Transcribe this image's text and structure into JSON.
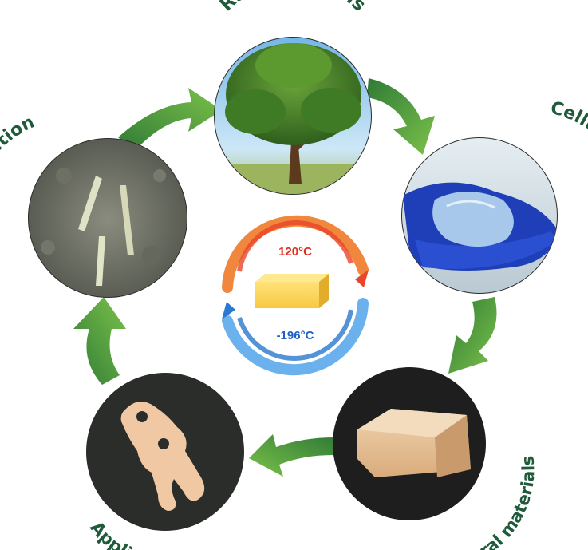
{
  "diagram": {
    "stages": {
      "raw": {
        "label": "Raw materials",
        "image": "tree"
      },
      "cnf": {
        "label": "Cellulose nanofibers",
        "image": "gloved hand holding translucent gel"
      },
      "structural": {
        "label": "Structural materials",
        "image": "beige block"
      },
      "applications": {
        "label": "Applications",
        "image": "clip-shaped part"
      },
      "biodegradation": {
        "label": "Biodegradation",
        "image": "strips in soil"
      }
    },
    "center": {
      "hot_temp": "120°C",
      "cold_temp": "-196°C",
      "image": "yellow bar"
    },
    "colors": {
      "arrow_dark": "#2f7a36",
      "arrow_light": "#7cc24a",
      "label_text": "#1f5b3a",
      "hot": "#e8452a",
      "cold": "#3a8fe0"
    }
  }
}
